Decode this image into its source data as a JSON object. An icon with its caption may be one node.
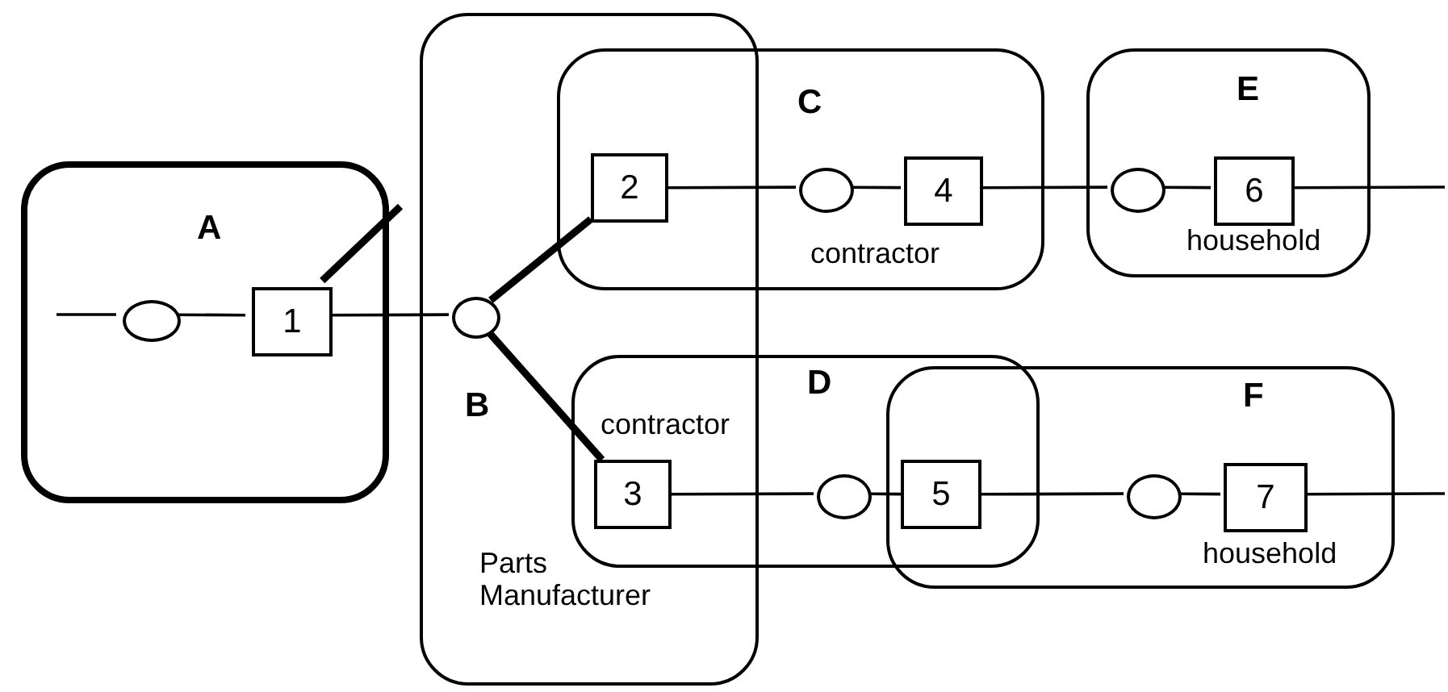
{
  "diagram": {
    "nodes": [
      {
        "text": [
          "A"
        ]
      },
      {
        "text": [
          "B",
          "Parts Manufacturer"
        ]
      },
      {
        "text": [
          "C",
          "contractor"
        ]
      },
      {
        "text": [
          "D",
          "contractor"
        ]
      },
      {
        "text": [
          "E",
          "household"
        ]
      },
      {
        "text": [
          "F",
          "household"
        ]
      },
      {
        "text": [],
        "shape": "circle",
        "in": 0
      },
      {
        "text": [
          "1"
        ],
        "in": 0
      },
      {
        "text": [],
        "shape": "circle",
        "in": 1
      },
      {
        "text": [
          "2"
        ]
      },
      {
        "text": [],
        "shape": "circle",
        "in": 2
      },
      {
        "text": [
          "4"
        ],
        "in": 2
      },
      {
        "text": [],
        "shape": "circle",
        "in": 4
      },
      {
        "text": [
          "6"
        ],
        "in": 4
      },
      {
        "text": [
          "3"
        ]
      },
      {
        "text": [],
        "shape": "circle",
        "in": 3
      },
      {
        "text": [
          "5"
        ]
      },
      {
        "text": [],
        "shape": "circle",
        "in": 5
      },
      {
        "text": [
          "7"
        ],
        "in": 5
      }
    ],
    "edges": [
      {
        "from": null,
        "to": 6,
        "arrow": "none"
      },
      {
        "from": 6,
        "to": 7,
        "arrow": "none"
      },
      {
        "from": 7,
        "to": 8,
        "arrow": "none"
      },
      {
        "from": 7,
        "to": null,
        "arrow": "none",
        "style": "thick"
      },
      {
        "from": 8,
        "to": 9,
        "arrow": "none",
        "style": "thick"
      },
      {
        "from": 8,
        "to": 14,
        "arrow": "none",
        "style": "thick"
      },
      {
        "from": 9,
        "to": 10,
        "arrow": "none"
      },
      {
        "from": 10,
        "to": 11,
        "arrow": "none"
      },
      {
        "from": 11,
        "to": 12,
        "arrow": "none"
      },
      {
        "from": 12,
        "to": 13,
        "arrow": "none"
      },
      {
        "from": 13,
        "to": null,
        "arrow": "none"
      },
      {
        "from": 14,
        "to": 15,
        "arrow": "none"
      },
      {
        "from": 15,
        "to": 16,
        "arrow": "none"
      },
      {
        "from": 16,
        "to": 17,
        "arrow": "none"
      },
      {
        "from": 17,
        "to": 18,
        "arrow": "none"
      },
      {
        "from": 18,
        "to": null,
        "arrow": "none"
      }
    ]
  }
}
